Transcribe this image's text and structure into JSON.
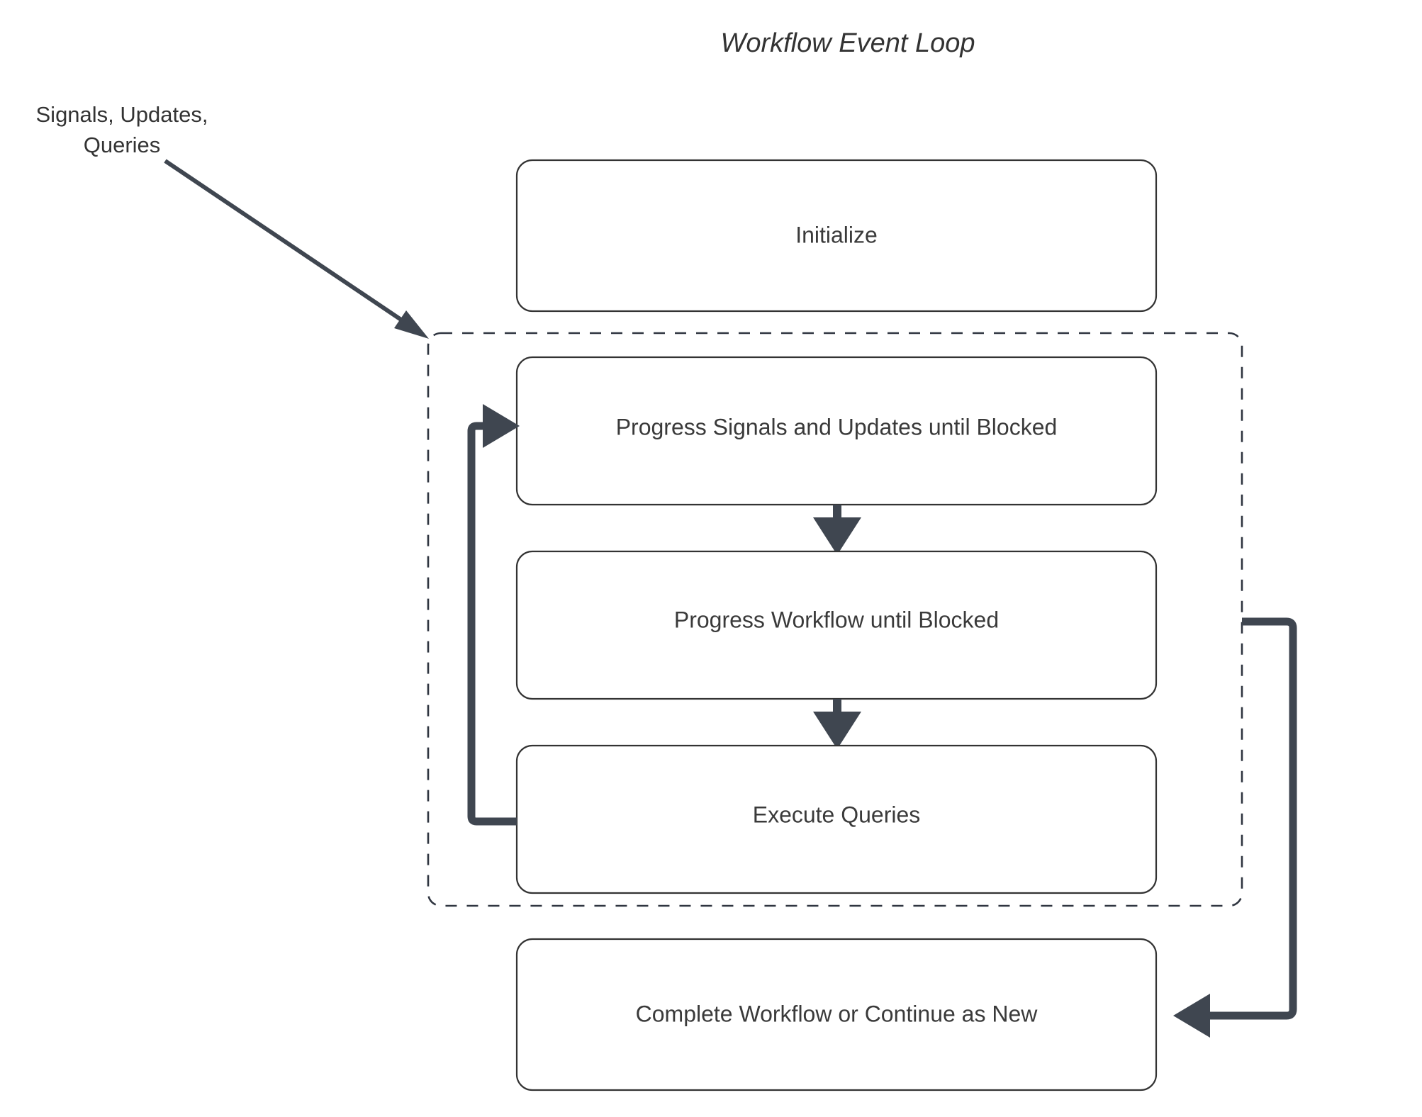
{
  "diagram": {
    "title": "Workflow Event Loop",
    "external_label": {
      "line1": "Signals, Updates,",
      "line2": "Queries"
    },
    "nodes": {
      "initialize": "Initialize",
      "progress_signals": "Progress Signals and Updates until Blocked",
      "progress_workflow": "Progress Workflow until Blocked",
      "execute_queries": "Execute Queries",
      "complete_workflow": "Complete Workflow or Continue as New"
    },
    "colors": {
      "background": "#ffffff",
      "node_fill": "#ffffff",
      "node_stroke": "#333333",
      "text": "#3a3a3a",
      "title_text": "#333333",
      "connector": "#3f4650",
      "dashed_container": "#2f3540"
    }
  }
}
